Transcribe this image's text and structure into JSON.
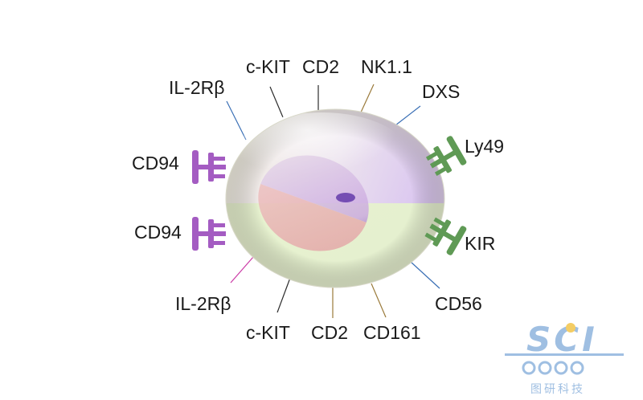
{
  "labels": {
    "top_ckit": "c-KIT",
    "top_cd2": "CD2",
    "top_nk11": "NK1.1",
    "top_dxs": "DXS",
    "top_il2rb": "IL-2Rβ",
    "left_cd94_upper": "CD94",
    "left_cd94_lower": "CD94",
    "right_ly49": "Ly49",
    "right_kir": "KIR",
    "bottom_il2rb": "IL-2Rβ",
    "bottom_ckit": "c-KIT",
    "bottom_cd2": "CD2",
    "bottom_cd161": "CD161",
    "bottom_cd56": "CD56"
  },
  "watermark": {
    "logo": "SCI",
    "sub": "图研科技"
  },
  "colors": {
    "receptor_purple": "#a45cc2",
    "receptor_green": "#5f9a55",
    "line_dark": "#2b2b2b",
    "line_blue": "#3a6fb5",
    "line_olive": "#9a7a3a",
    "line_magenta": "#cc3aa6",
    "watermark": "#8fb4dd"
  }
}
